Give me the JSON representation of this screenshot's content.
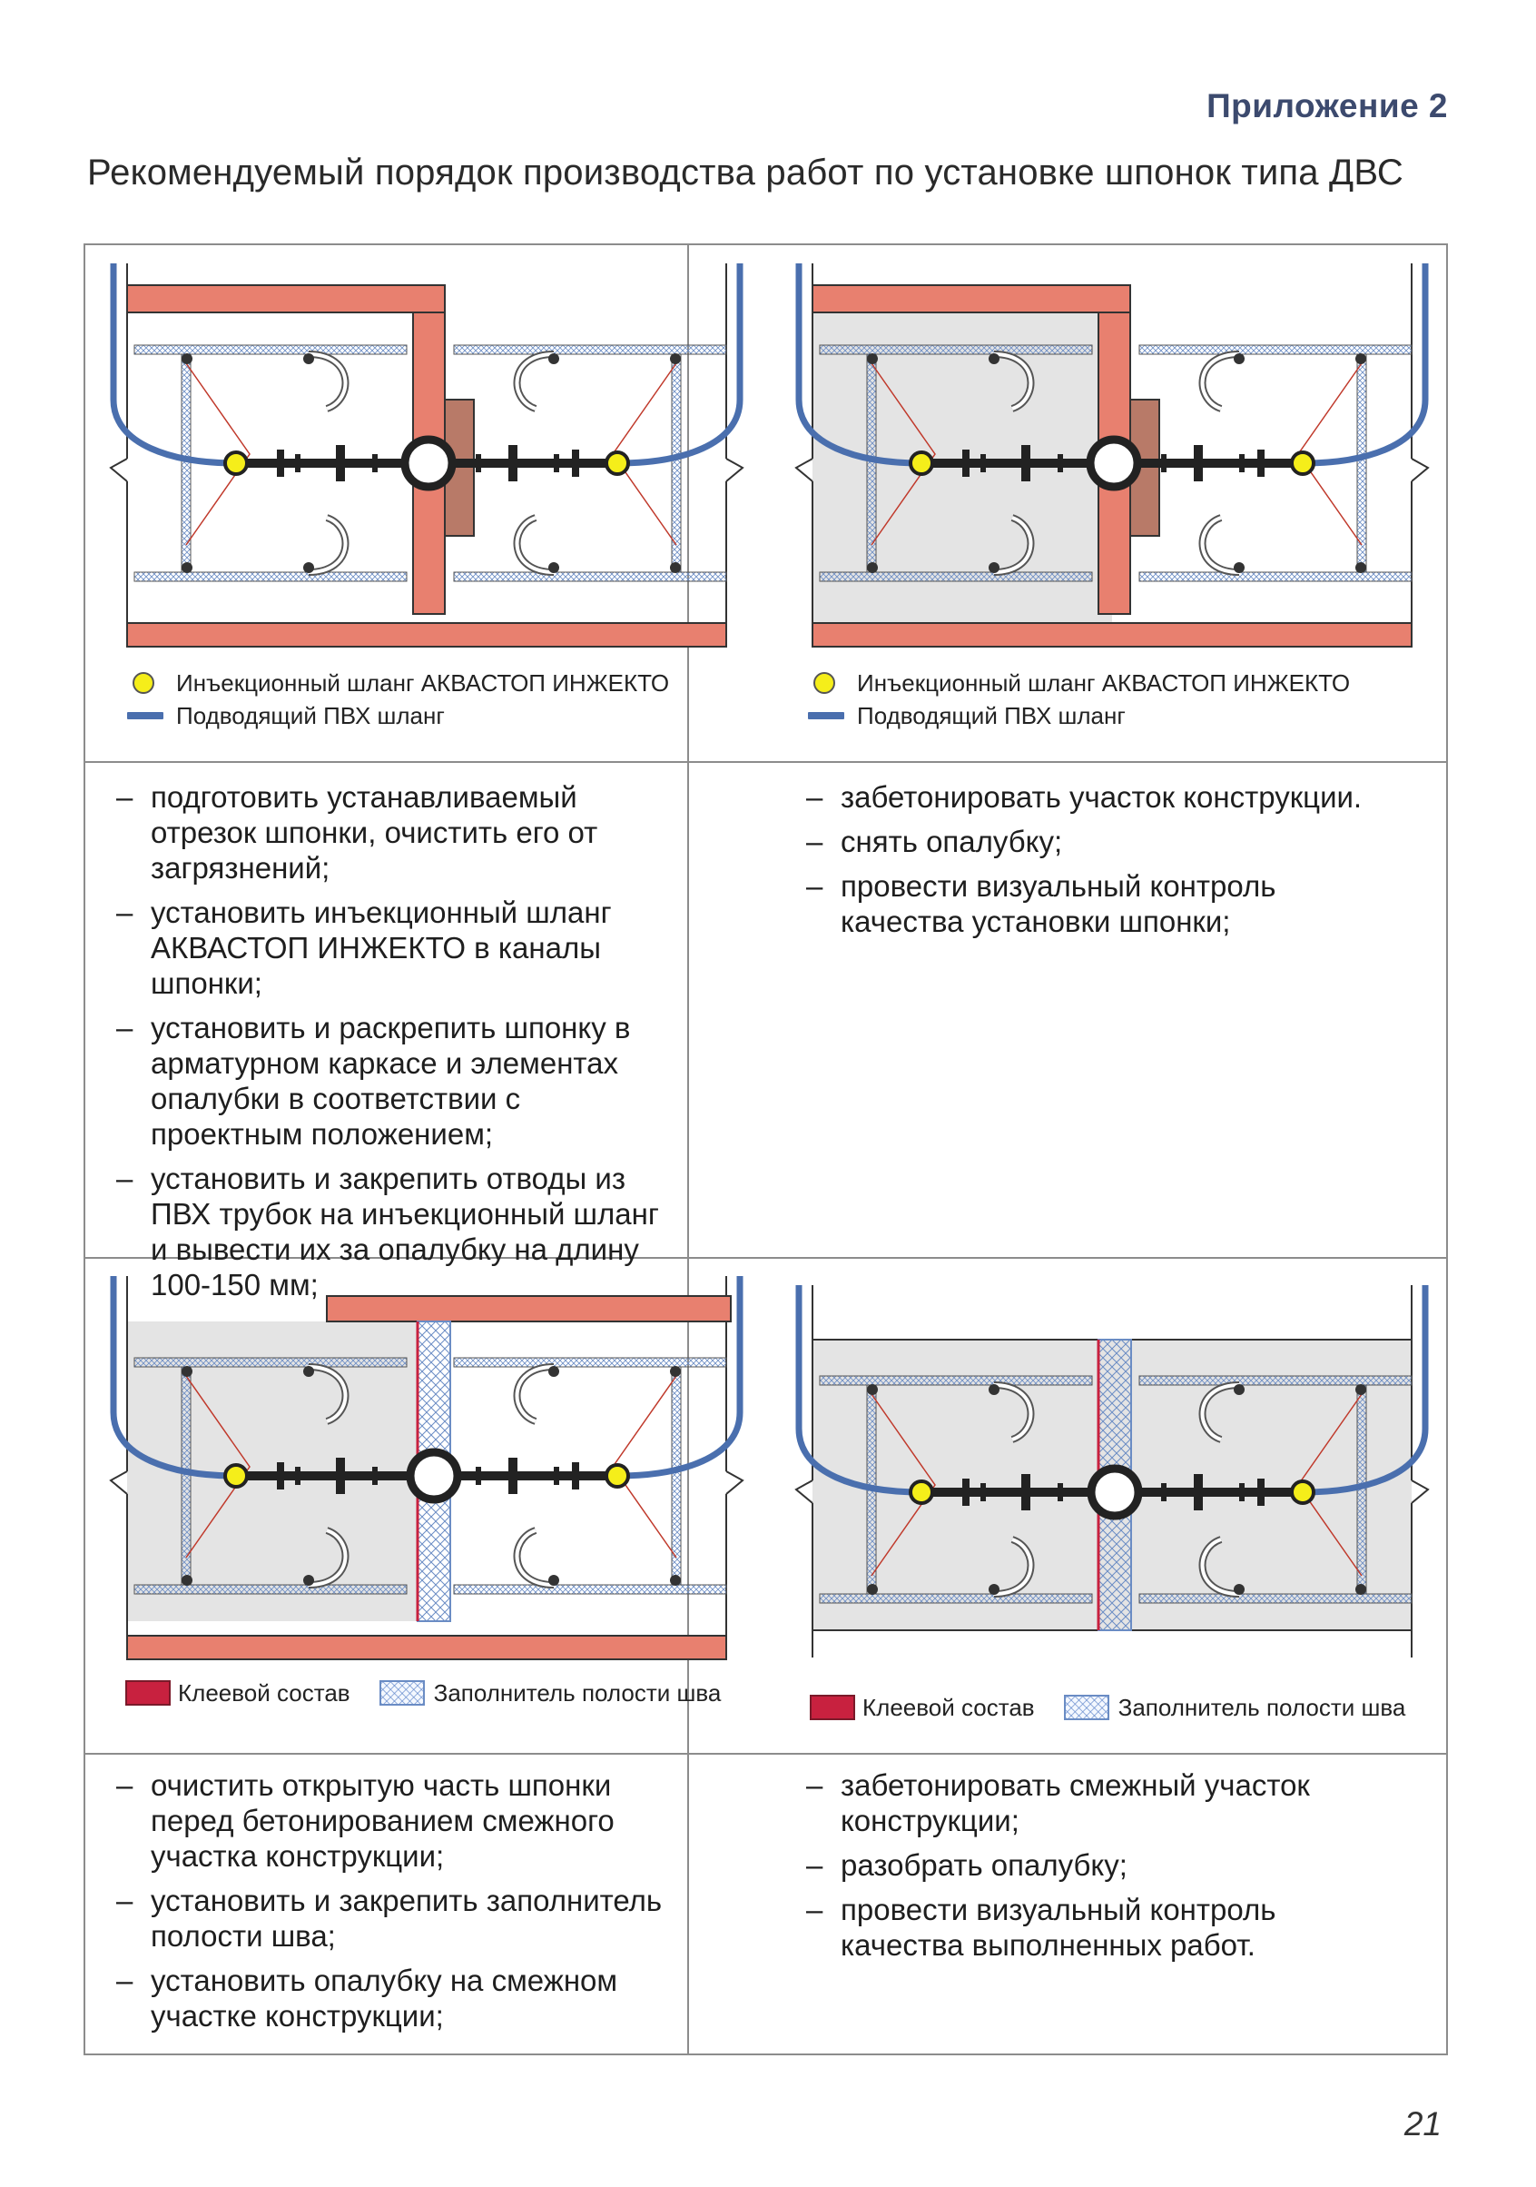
{
  "header": {
    "appendix": "Приложение 2",
    "title": "Рекомендуемый порядок производства работ по установке шпонок типа ДВС"
  },
  "legend_top": {
    "injection_hose": "Инъекционный шланг АКВАСТОП ИНЖЕКТО",
    "pvc_hose": "Подводящий ПВХ шланг"
  },
  "legend_bottom": {
    "adhesive": "Клеевой состав",
    "filler": "Заполнитель полости шва"
  },
  "colors": {
    "formwork": "#e8806f",
    "concrete": "#e4e4e4",
    "pvc_hose": "#4a6fae",
    "injection_hose": "#f5ee1a",
    "adhesive": "#c8213f",
    "filler": "#6a8cc4"
  },
  "steps": {
    "step1": [
      "подготовить устанавливаемый отрезок шпонки, очистить его от загрязнений;",
      "установить инъекционный шланг АКВАСТОП ИНЖЕКТО в каналы шпонки;",
      "установить и раскрепить шпонку в арматурном каркасе и элементах опалубки в соответствии с проектным положением;",
      "установить и закрепить отводы из ПВХ трубок на инъекционный шланг и вывести их за опалубку на длину 100-150 мм;"
    ],
    "step2": [
      "забетонировать участок конструкции.",
      "снять опалубку;",
      "провести визуальный контроль качества установки шпонки;"
    ],
    "step3": [
      "очистить открытую часть шпонки перед бетонированием смежного участка конструкции;",
      "установить и закрепить заполнитель полости шва;",
      "установить опалубку на смежном участке конструкции;"
    ],
    "step4": [
      "забетонировать смежный участок конструкции;",
      "разобрать опалубку;",
      "провести визуальный контроль качества выполненных работ."
    ]
  },
  "page_number": "21"
}
